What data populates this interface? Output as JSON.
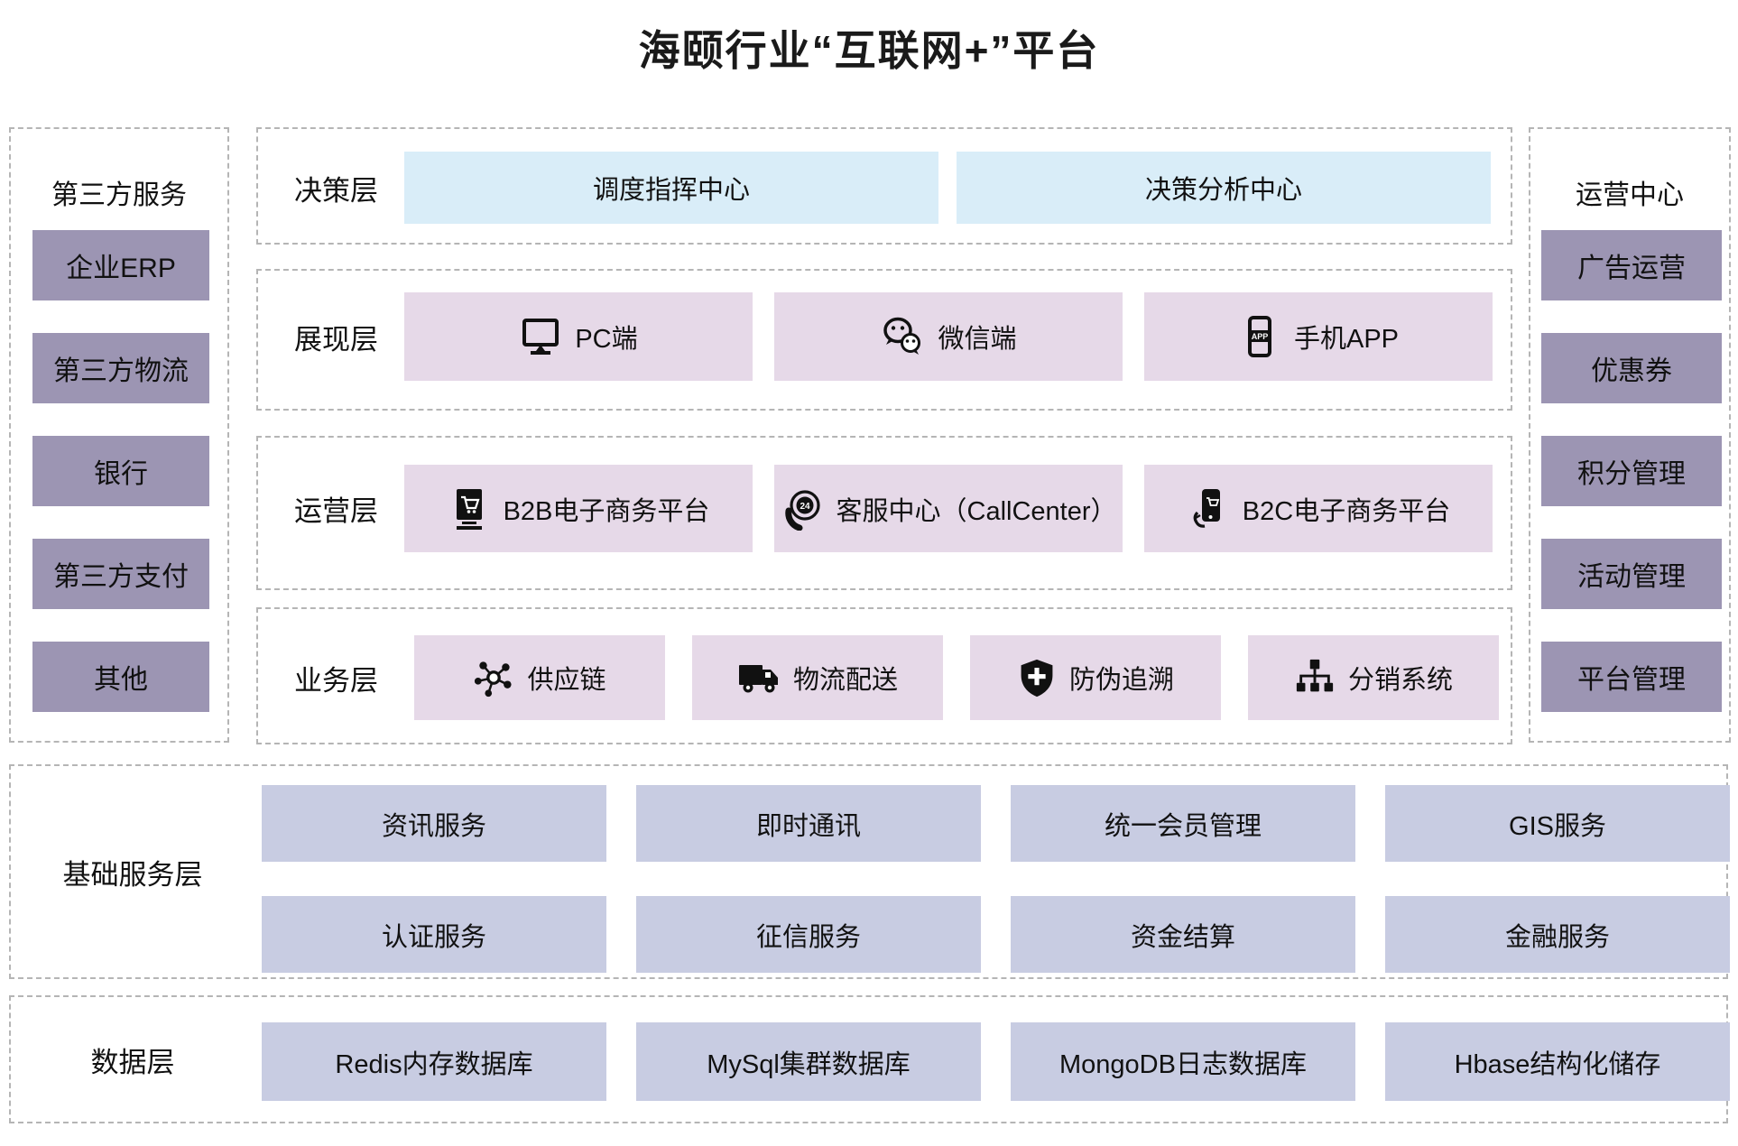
{
  "title": "海颐行业“互联网+”平台",
  "left_panel": {
    "header": "第三方服务",
    "items": [
      "企业ERP",
      "第三方物流",
      "银行",
      "第三方支付",
      "其他"
    ]
  },
  "right_panel": {
    "header": "运营中心",
    "items": [
      "广告运营",
      "优惠券",
      "积分管理",
      "活动管理",
      "平台管理"
    ]
  },
  "rows": [
    {
      "label": "决策层",
      "items": [
        {
          "label": "调度指挥中心"
        },
        {
          "label": "决策分析中心"
        }
      ]
    },
    {
      "label": "展现层",
      "items": [
        {
          "icon": "pc-icon",
          "label": "PC端"
        },
        {
          "icon": "wechat-icon",
          "label": "微信端"
        },
        {
          "icon": "phone-app-icon",
          "label": "手机APP"
        }
      ]
    },
    {
      "label": "运营层",
      "items": [
        {
          "icon": "b2b-commerce-icon",
          "label": "B2B电子商务平台"
        },
        {
          "icon": "callcenter-24-icon",
          "label": "客服中心（CallCenter）"
        },
        {
          "icon": "b2c-commerce-icon",
          "label": "B2C电子商务平台"
        }
      ]
    },
    {
      "label": "业务层",
      "items": [
        {
          "icon": "supply-chain-icon",
          "label": "供应链"
        },
        {
          "icon": "delivery-truck-icon",
          "label": "物流配送"
        },
        {
          "icon": "shield-icon",
          "label": "防伪追溯"
        },
        {
          "icon": "distribution-tree-icon",
          "label": "分销系统"
        }
      ]
    }
  ],
  "base_services": {
    "label": "基础服务层",
    "row1": [
      "资讯服务",
      "即时通讯",
      "统一会员管理",
      "GIS服务"
    ],
    "row2": [
      "认证服务",
      "征信服务",
      "资金结算",
      "金融服务"
    ]
  },
  "data_layer": {
    "label": "数据层",
    "items": [
      "Redis内存数据库",
      "MySql集群数据库",
      "MongoDB日志数据库",
      "Hbase结构化储存"
    ]
  },
  "icon_labels": {
    "app_text": "APP",
    "callcenter_badge": "24"
  },
  "colors": {
    "purple": "#9c95b3",
    "pink": "#e6d9e8",
    "light_blue": "#d9edf8",
    "lavender": "#c8cce2",
    "dashed_border": "#b5b5b5",
    "text": "#111111"
  }
}
